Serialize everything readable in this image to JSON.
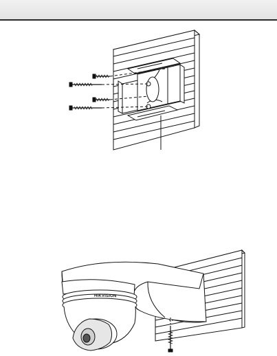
{
  "header": {
    "background": "#e8e8e8",
    "rule_color": "#2a2a2a"
  },
  "figures": [
    {
      "id": "mount-plate-to-wall",
      "icons": [
        "wall-panel",
        "mounting-plate",
        "screw",
        "anchor-screw",
        "leader-line"
      ]
    },
    {
      "id": "bracket-with-camera",
      "icons": [
        "wall-panel",
        "wall-bracket",
        "dome-camera",
        "screw"
      ]
    }
  ],
  "bracket": {
    "brand_label": "HIKVISION"
  }
}
